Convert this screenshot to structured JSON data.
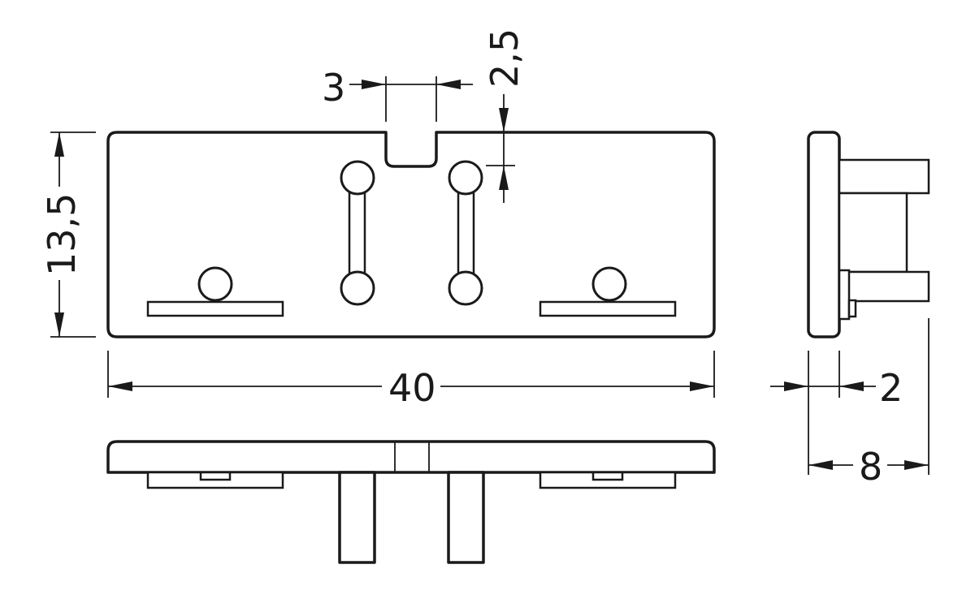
{
  "dimensions": {
    "slot_width": "3",
    "slot_depth": "2,5",
    "height": "13,5",
    "length": "40",
    "flange_thickness": "2",
    "overall_depth": "8"
  },
  "colors": {
    "line": "#1a1a1a",
    "background": "#ffffff"
  }
}
